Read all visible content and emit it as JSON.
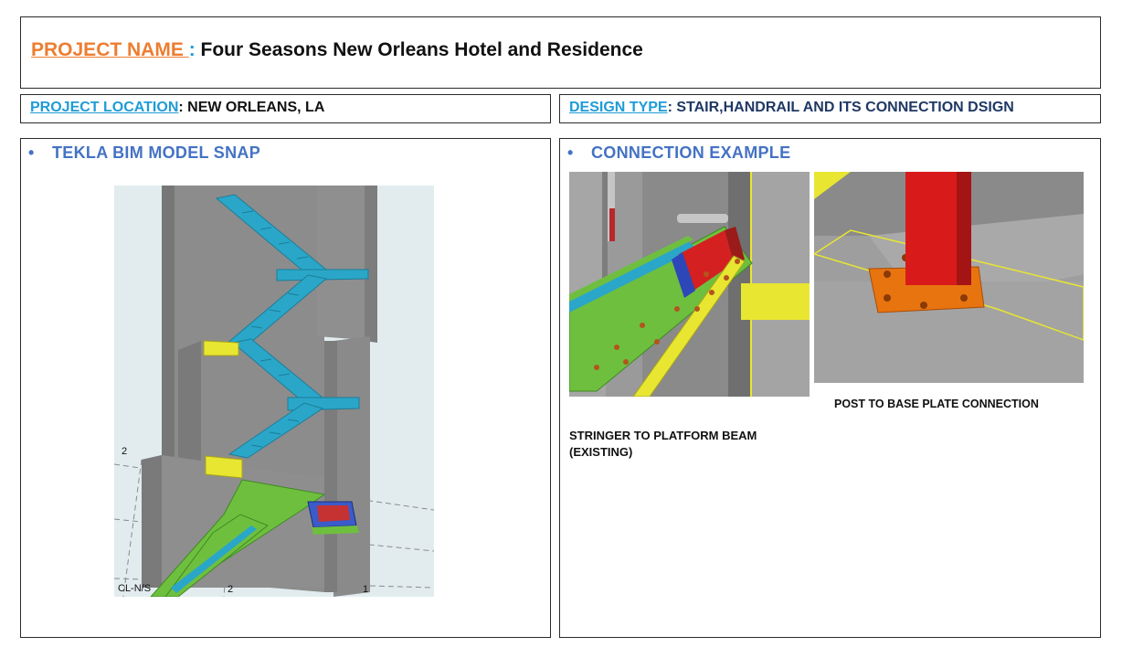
{
  "title": {
    "label": "PROJECT NAME ",
    "separator": ":",
    "value": " Four Seasons New Orleans Hotel and Residence"
  },
  "location": {
    "label": "PROJECT LOCATION",
    "separator": ":",
    "value": " NEW ORLEANS, LA"
  },
  "design_type": {
    "label": "DESIGN TYPE",
    "separator": ":",
    "value": " STAIR,HANDRAIL AND ITS CONNECTION DSIGN"
  },
  "left_panel": {
    "bullet": "•",
    "heading": "TEKLA BIM MODEL SNAP",
    "grid_labels": [
      "2",
      "CL-N/S",
      "2",
      "1"
    ]
  },
  "right_panel": {
    "bullet": "•",
    "heading": "CONNECTION EXAMPLE",
    "caption_1": "STRINGER TO PLATFORM BEAM\n(EXISTING)",
    "caption_2": "POST TO BASE PLATE CONNECTION"
  },
  "colors": {
    "orange_label": "#ed7d31",
    "cyan_label": "#1f9bd7",
    "navy_text": "#1f3864",
    "heading_blue": "#4472c4"
  }
}
